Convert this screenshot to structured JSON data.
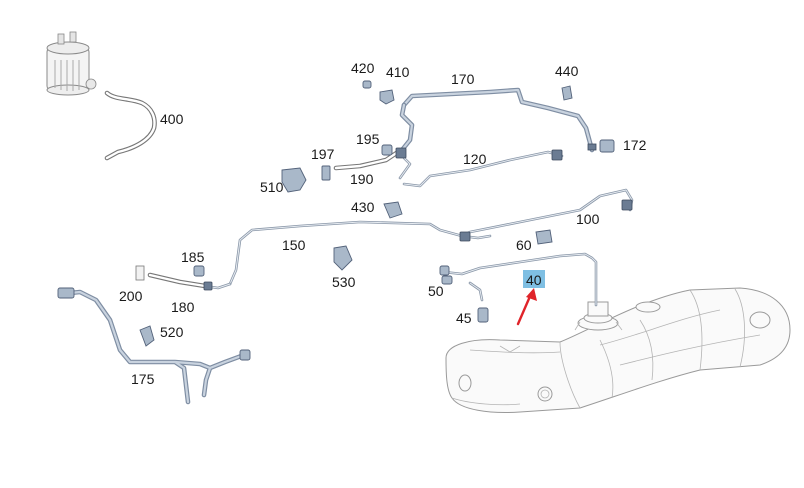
{
  "diagram": {
    "highlight_color": "#7fbfe3",
    "arrow_color": "#e0242a",
    "pipe_color": "#7f8ea3",
    "parts": [
      {
        "id": "p400",
        "label": "400"
      },
      {
        "id": "p420",
        "label": "420"
      },
      {
        "id": "p410",
        "label": "410"
      },
      {
        "id": "p170",
        "label": "170"
      },
      {
        "id": "p440",
        "label": "440"
      },
      {
        "id": "p195",
        "label": "195"
      },
      {
        "id": "p172",
        "label": "172"
      },
      {
        "id": "p197",
        "label": "197"
      },
      {
        "id": "p120",
        "label": "120"
      },
      {
        "id": "p510",
        "label": "510"
      },
      {
        "id": "p190",
        "label": "190"
      },
      {
        "id": "p430",
        "label": "430"
      },
      {
        "id": "p100",
        "label": "100"
      },
      {
        "id": "p150",
        "label": "150"
      },
      {
        "id": "p60",
        "label": "60"
      },
      {
        "id": "p185",
        "label": "185"
      },
      {
        "id": "p530",
        "label": "530"
      },
      {
        "id": "p200",
        "label": "200"
      },
      {
        "id": "p180",
        "label": "180"
      },
      {
        "id": "p40",
        "label": "40",
        "highlighted": true
      },
      {
        "id": "p50",
        "label": "50"
      },
      {
        "id": "p520",
        "label": "520"
      },
      {
        "id": "p45",
        "label": "45"
      },
      {
        "id": "p175",
        "label": "175"
      }
    ]
  }
}
